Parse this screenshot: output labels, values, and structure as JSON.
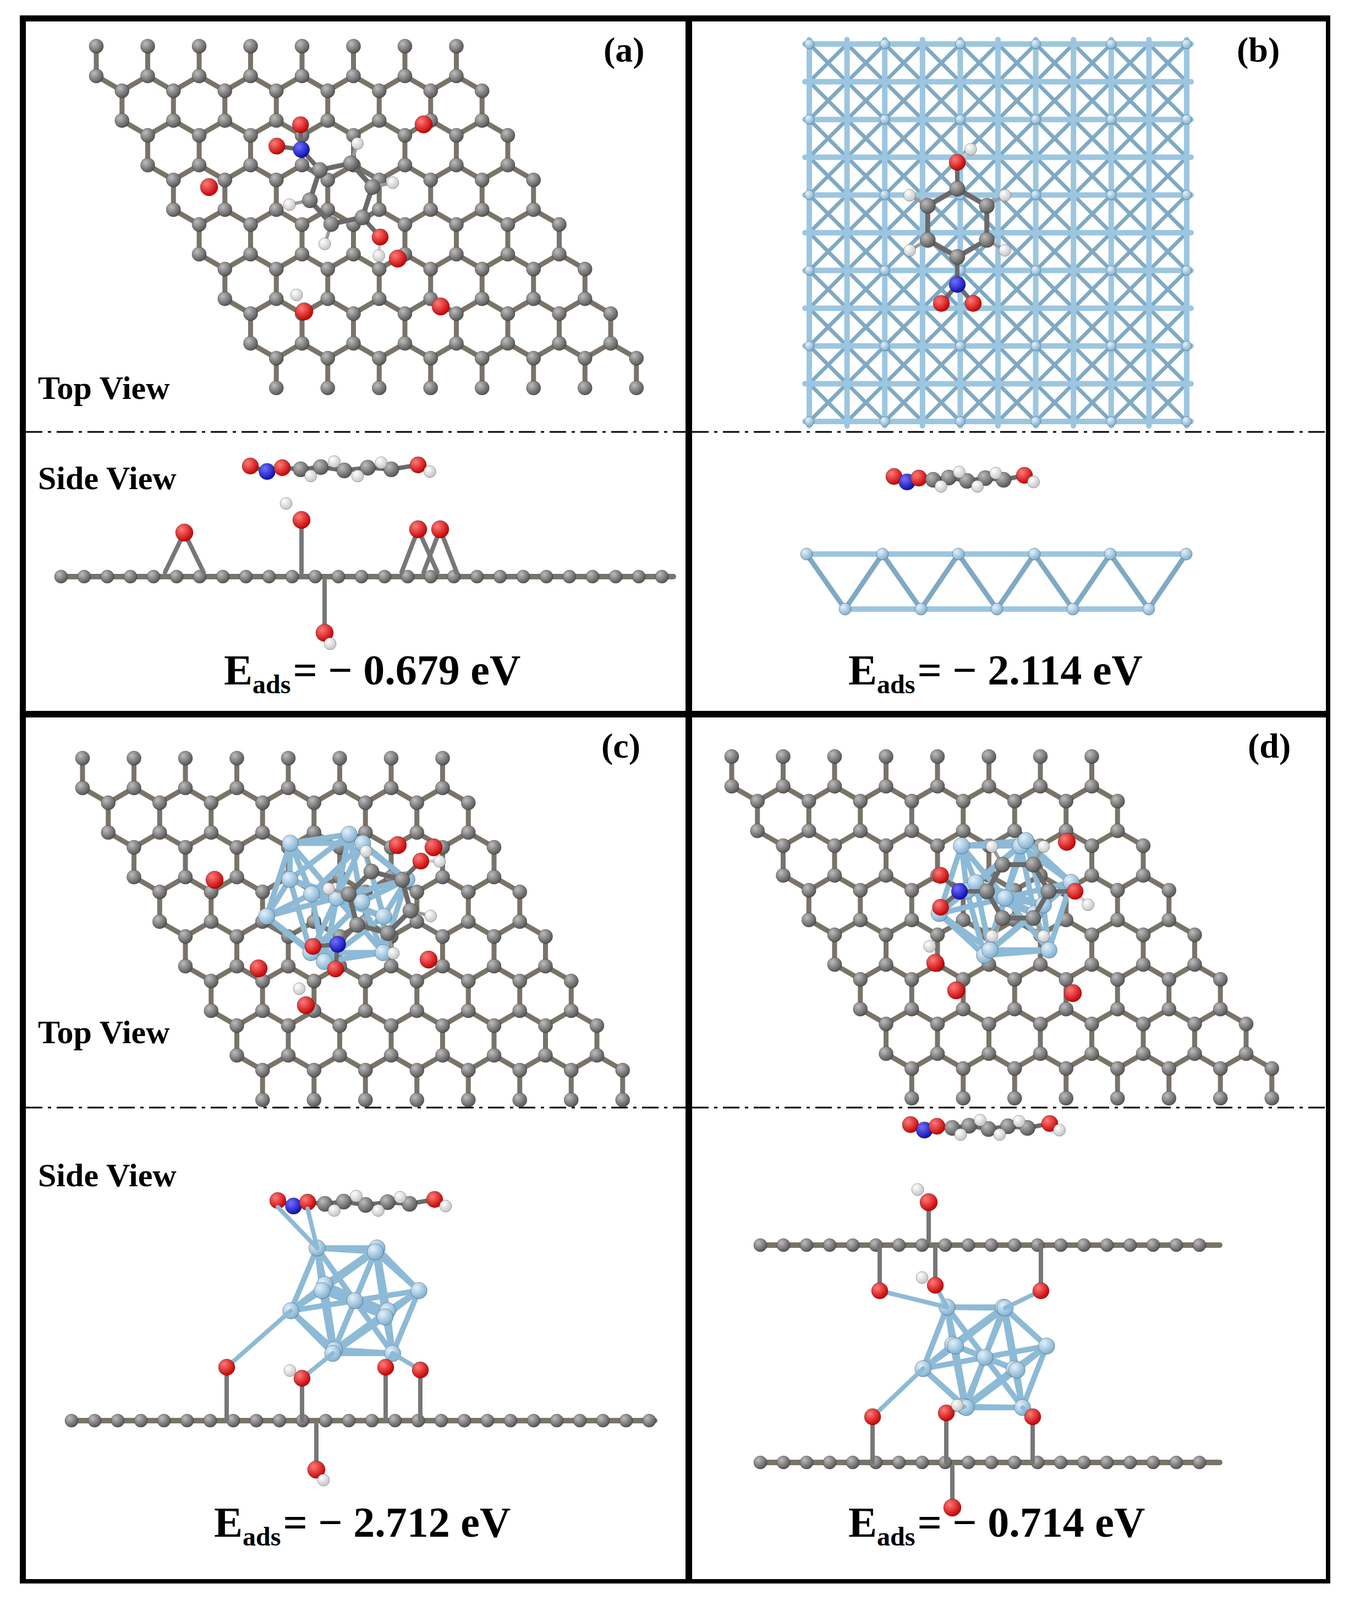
{
  "diagram": {
    "nodes": [
      {
        "text": [
          "(a)",
          "Top View",
          "Side View",
          "E",
          "ads",
          "= − 0.679 eV"
        ]
      },
      {
        "text": [
          "(b)",
          "E",
          "ads",
          "= − 2.114 eV"
        ]
      },
      {
        "text": [
          "(c)",
          "Top View",
          "Side View",
          "E",
          "ads",
          "= − 2.712 eV"
        ]
      },
      {
        "text": [
          "(d)",
          "E",
          "ads",
          "= − 0.714 eV"
        ]
      }
    ]
  }
}
